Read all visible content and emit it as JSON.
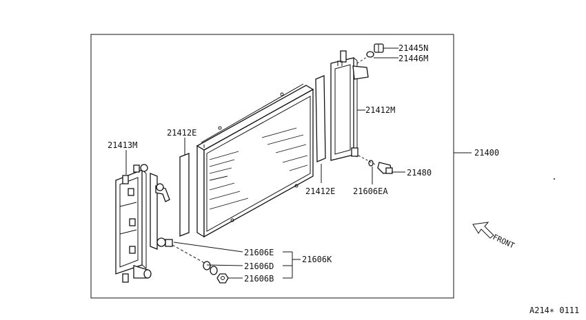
{
  "diagram": {
    "labels": {
      "p21445N": "21445N",
      "p21446M": "21446M",
      "p21412M": "21412M",
      "p21412E_left": "21412E",
      "p21412E_right": "21412E",
      "p21413M": "21413M",
      "p21400": "21400",
      "p21480": "21480",
      "p21606EA": "21606EA",
      "p21606E": "21606E",
      "p21606D": "21606D",
      "p21606B": "21606B",
      "p21606K": "21606K"
    },
    "front_label": "FRONT",
    "figure_code": "A214∗ 0111"
  }
}
